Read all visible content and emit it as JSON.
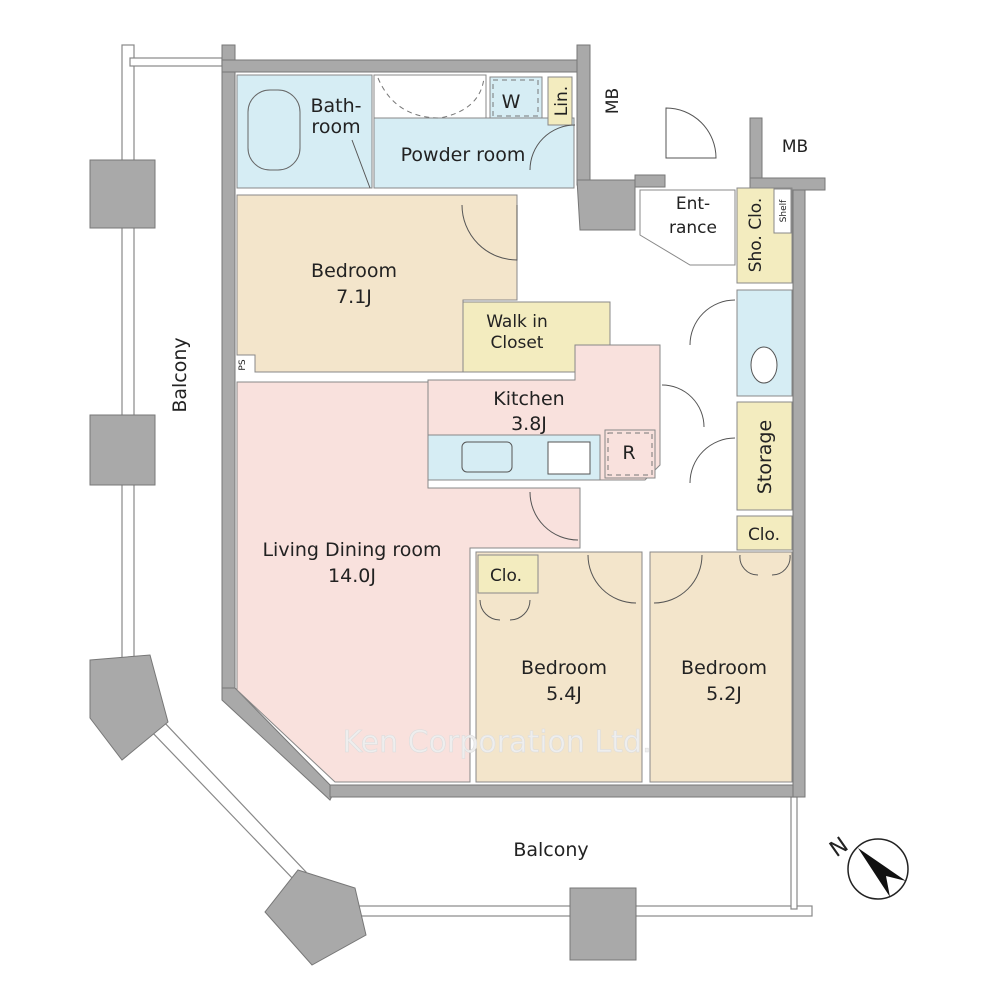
{
  "plan": {
    "watermark": "Ken Corporation Ltd.",
    "rooms": {
      "bathroom": {
        "line1": "Bath-",
        "line2": "room"
      },
      "powder_room": "Powder room",
      "washer": "W",
      "linen": "Lin.",
      "mb_top": "MB",
      "mb_right": "MB",
      "entrance": {
        "line1": "Ent-",
        "line2": "rance"
      },
      "shoe_closet": "Sho. Clo.",
      "shelf": "Shelf",
      "bedroom_1": {
        "name": "Bedroom",
        "size": "7.1J"
      },
      "walk_in_closet": {
        "line1": "Walk in",
        "line2": "Closet"
      },
      "pipe_space": "PS",
      "kitchen": {
        "name": "Kitchen",
        "size": "3.8J"
      },
      "refrigerator": "R",
      "storage": "Storage",
      "closet_right": "Clo.",
      "living_dining": {
        "name": "Living Dining room",
        "size": "14.0J"
      },
      "closet_mid": "Clo.",
      "bedroom_2": {
        "name": "Bedroom",
        "size": "5.4J"
      },
      "bedroom_3": {
        "name": "Bedroom",
        "size": "5.2J"
      },
      "balcony_left": "Balcony",
      "balcony_bottom": "Balcony"
    },
    "compass": {
      "label": "N"
    },
    "colors": {
      "wet": "#d6edf4",
      "storage": "#f3ecbf",
      "bedroom": "#f3e5cb",
      "living": "#f9e1dd",
      "wall": "#a9a9a9"
    }
  }
}
